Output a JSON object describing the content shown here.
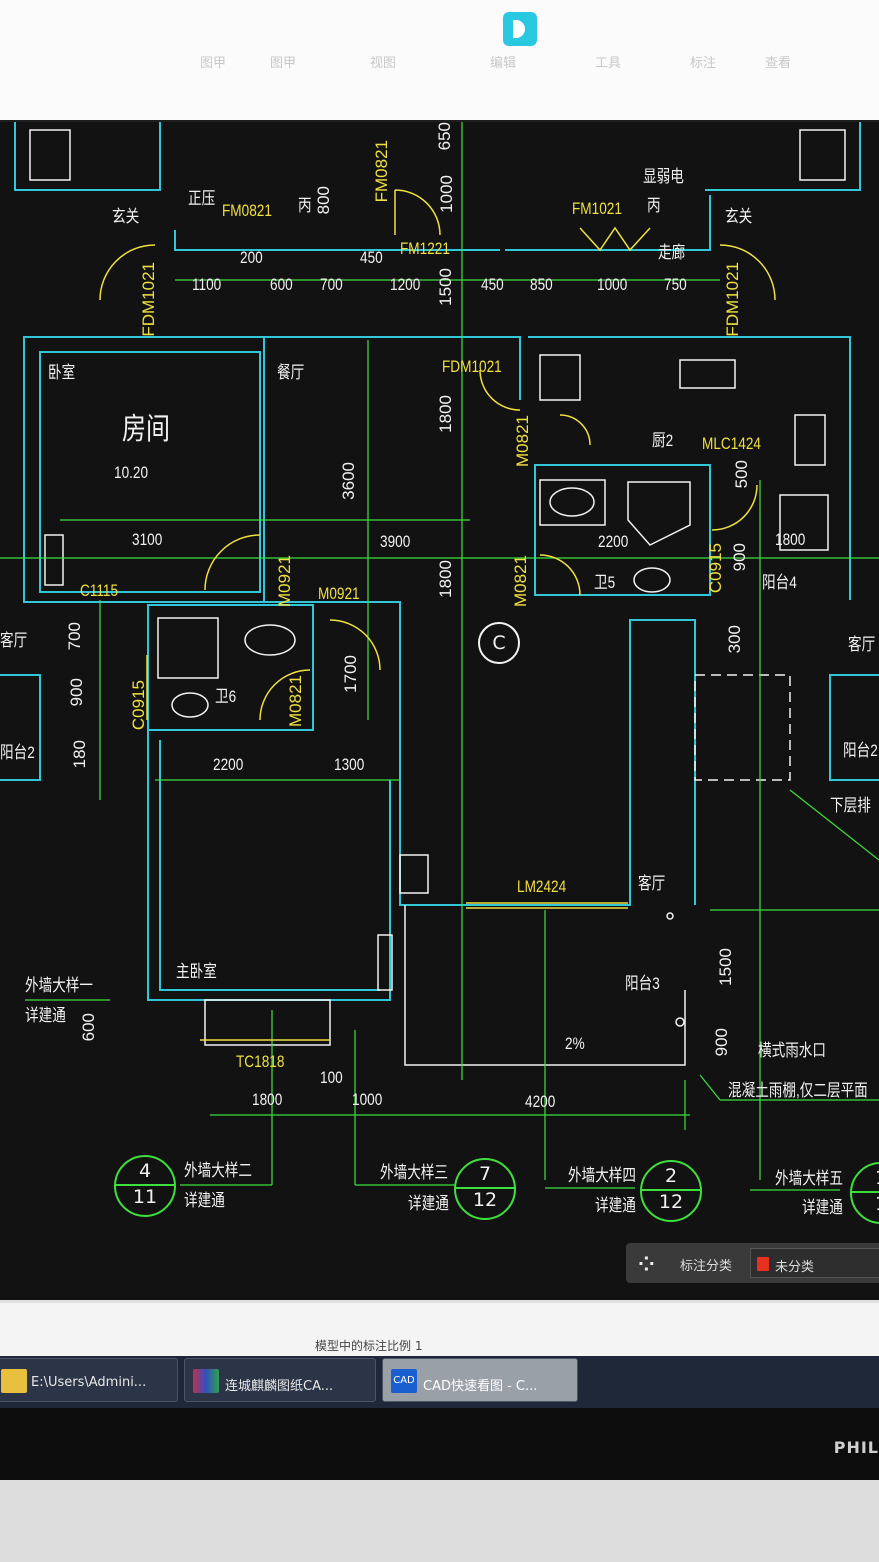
{
  "toolbar": {
    "items": [
      "图甲",
      "图甲",
      "视图",
      "编辑",
      "工具",
      "标注",
      "查看"
    ]
  },
  "plan": {
    "labels": [
      {
        "t": "FM0821"
      },
      {
        "t": "FM1021"
      },
      {
        "t": "FM1221"
      },
      {
        "t": "FDM1021"
      },
      {
        "t": "FDM1021"
      },
      {
        "t": "FDM1021"
      },
      {
        "t": "M0821"
      },
      {
        "t": "MLC1424"
      },
      {
        "t": "M0921"
      },
      {
        "t": "M0921"
      },
      {
        "t": "M0821"
      },
      {
        "t": "C0915"
      },
      {
        "t": "C1115"
      },
      {
        "t": "C0915"
      },
      {
        "t": "M0821"
      },
      {
        "t": "LM2424"
      },
      {
        "t": "TC1818"
      },
      {
        "t": "FM0821"
      },
      {
        "t": "玄关"
      },
      {
        "t": "玄关"
      },
      {
        "t": "卧室"
      },
      {
        "t": "餐厅"
      },
      {
        "t": "房间"
      },
      {
        "t": "10.20"
      },
      {
        "t": "厨2"
      },
      {
        "t": "卫5"
      },
      {
        "t": "卫6"
      },
      {
        "t": "阳台4"
      },
      {
        "t": "客厅"
      },
      {
        "t": "客厅"
      },
      {
        "t": "阳台2"
      },
      {
        "t": "阳台2"
      },
      {
        "t": "下层排"
      },
      {
        "t": "客厅"
      },
      {
        "t": "主卧室"
      },
      {
        "t": "阳台3"
      },
      {
        "t": "2%"
      },
      {
        "t": "横式雨水口"
      },
      {
        "t": "混凝土雨棚,仅二层平面"
      },
      {
        "t": "外墙大样一"
      },
      {
        "t": "详建通"
      },
      {
        "t": "外墙大样二"
      },
      {
        "t": "详建通"
      },
      {
        "t": "外墙大样三"
      },
      {
        "t": "详建通"
      },
      {
        "t": "外墙大样四"
      },
      {
        "t": "详建通"
      },
      {
        "t": "外墙大样五"
      },
      {
        "t": "详建通"
      },
      {
        "t": "显弱电"
      },
      {
        "t": "走廊"
      },
      {
        "t": "正压"
      },
      {
        "t": "丙"
      },
      {
        "t": "丙"
      },
      {
        "t": "1100"
      },
      {
        "t": "600"
      },
      {
        "t": "700"
      },
      {
        "t": "1200"
      },
      {
        "t": "1500"
      },
      {
        "t": "450"
      },
      {
        "t": "850"
      },
      {
        "t": "1000"
      },
      {
        "t": "750"
      },
      {
        "t": "200"
      },
      {
        "t": "450"
      },
      {
        "t": "3100"
      },
      {
        "t": "3900"
      },
      {
        "t": "2200"
      },
      {
        "t": "1800"
      },
      {
        "t": "3600"
      },
      {
        "t": "1800"
      },
      {
        "t": "1800"
      },
      {
        "t": "2200"
      },
      {
        "t": "1300"
      },
      {
        "t": "1700"
      },
      {
        "t": "700"
      },
      {
        "t": "900"
      },
      {
        "t": "180"
      },
      {
        "t": "300"
      },
      {
        "t": "1500"
      },
      {
        "t": "900"
      },
      {
        "t": "600"
      },
      {
        "t": "1800"
      },
      {
        "t": "1000"
      },
      {
        "t": "4200"
      },
      {
        "t": "100"
      },
      {
        "t": "900"
      },
      {
        "t": "500"
      },
      {
        "t": "1000"
      },
      {
        "t": "800"
      },
      {
        "t": "650"
      }
    ],
    "axis_bubble": "C",
    "detail_refs": [
      {
        "top": "4",
        "bottom": "11"
      },
      {
        "top": "7",
        "bottom": "12"
      },
      {
        "top": "2",
        "bottom": "12"
      },
      {
        "top": "1",
        "bottom": "1"
      }
    ]
  },
  "status_panel": {
    "label": "标注分类",
    "value": "未分类",
    "swatch": "#e8301c"
  },
  "command_bar": {
    "text": "模型中的标注比例 1"
  },
  "taskbar": {
    "items": [
      {
        "label": "E:\\Users\\Admini..."
      },
      {
        "label": "连城麒麟图纸CA..."
      },
      {
        "label": "CAD快速看图 - C...",
        "icon": "CAD"
      }
    ]
  },
  "monitor": {
    "brand": "PHIL"
  }
}
